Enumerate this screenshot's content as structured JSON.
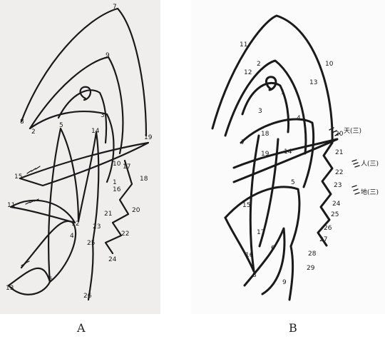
{
  "captions": {
    "a": "A",
    "b": "B"
  },
  "panel_a": {
    "numbers": [
      "1",
      "2",
      "3",
      "4",
      "5",
      "6",
      "7",
      "8",
      "9",
      "10",
      "11",
      "12",
      "13",
      "14",
      "15",
      "16",
      "17",
      "18",
      "19",
      "20",
      "21",
      "22",
      "23",
      "24",
      "25",
      "26"
    ]
  },
  "panel_b": {
    "numbers": [
      "1",
      "2",
      "3",
      "4",
      "5",
      "6",
      "7",
      "8",
      "9",
      "10",
      "11",
      "12",
      "13",
      "14",
      "15",
      "16",
      "17",
      "18",
      "19",
      "20",
      "21",
      "22",
      "23",
      "24",
      "25",
      "26",
      "27",
      "28",
      "29"
    ],
    "side_labels": [
      "天(三)",
      "人(三)",
      "地(三)"
    ]
  }
}
